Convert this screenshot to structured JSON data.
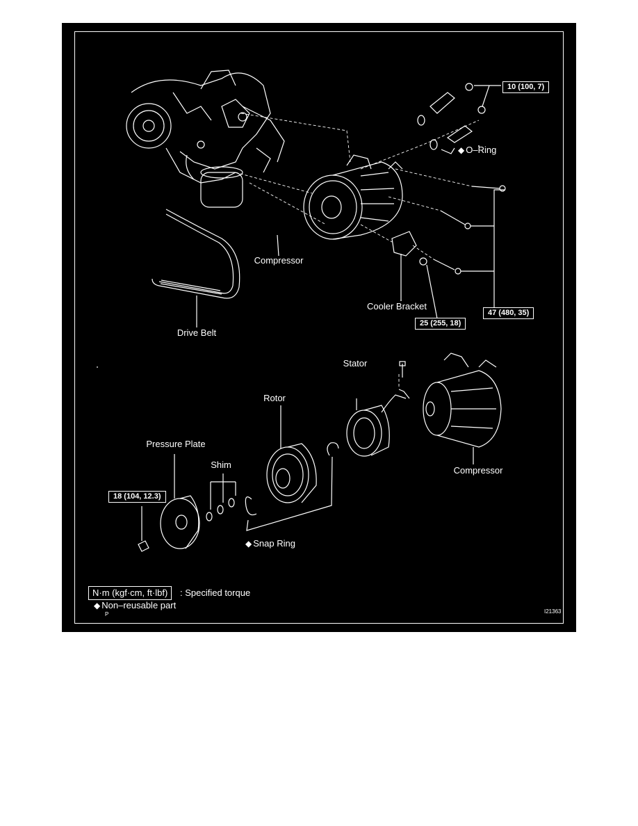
{
  "labels": {
    "o_ring": "O–Ring",
    "compressor_top": "Compressor",
    "cooler_bracket": "Cooler Bracket",
    "drive_belt": "Drive Belt",
    "stator": "Stator",
    "rotor": "Rotor",
    "pressure_plate": "Pressure Plate",
    "shim": "Shim",
    "compressor_bottom": "Compressor",
    "snap_ring": "Snap Ring"
  },
  "torques": {
    "t1": "10 (100, 7)",
    "t2": "47 (480, 35)",
    "t3": "25 (255, 18)",
    "t4": "18 (104, 12.3)"
  },
  "legend": {
    "unit_box": "N·m (kgf·cm, ft·lbf)",
    "unit_desc": ": Specified torque",
    "nonreusable": "Non–reusable part",
    "p_mark": "P"
  },
  "figure_id": "I21363",
  "symbols": {
    "diamond": "◆"
  }
}
